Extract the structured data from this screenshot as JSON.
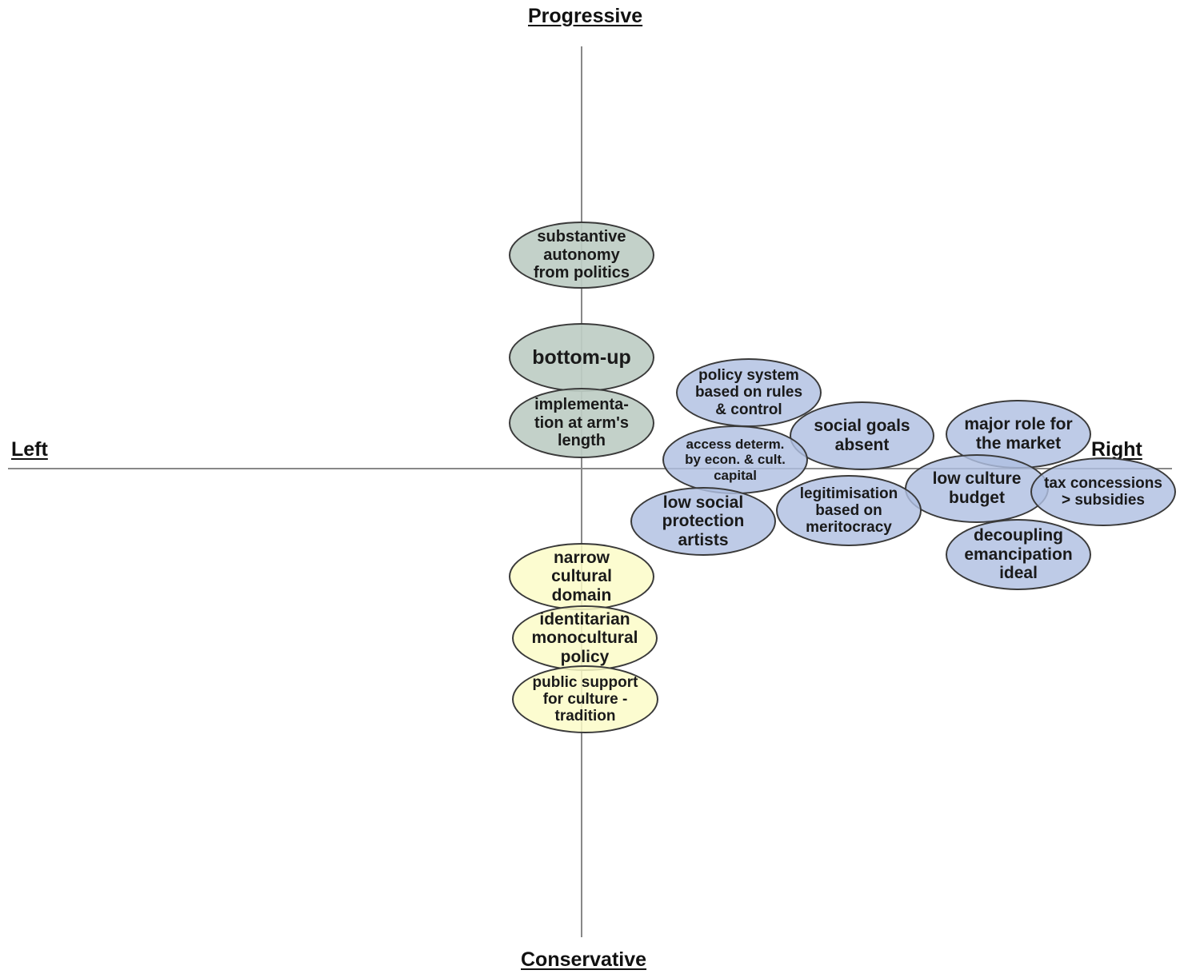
{
  "axes": {
    "top": "Progressive",
    "bottom": "Conservative",
    "left": "Left",
    "right": "Right"
  },
  "colors": {
    "green": "#bfcdc4",
    "blue": "#b0c0e2",
    "yellow": "#fcfcc8",
    "outline": "#3a3a3a",
    "axis": "#888888"
  },
  "bubbles": {
    "autonomy": "substantive\nautonomy\nfrom politics",
    "bottom_up": "bottom-up",
    "arms_length": "implementa-\ntion at arm's\nlength",
    "policy_system": "policy system\nbased on rules\n& control",
    "social_goals": "social goals\nabsent",
    "major_role": "major role for\nthe market",
    "access": "access determ.\nby econ. & cult.\ncapital",
    "low_culture": "low culture\nbudget",
    "tax": "tax concessions\n> subsidies",
    "legitimisation": "legitimisation\nbased on\nmeritocracy",
    "low_social": "low social\nprotection\nartists",
    "decoupling": "decoupling\nemancipation\nideal",
    "narrow": "narrow\ncultural\ndomain",
    "identitarian": "identitarian\nmonocultural\npolicy",
    "public_support": "public support\nfor culture -\ntradition"
  }
}
